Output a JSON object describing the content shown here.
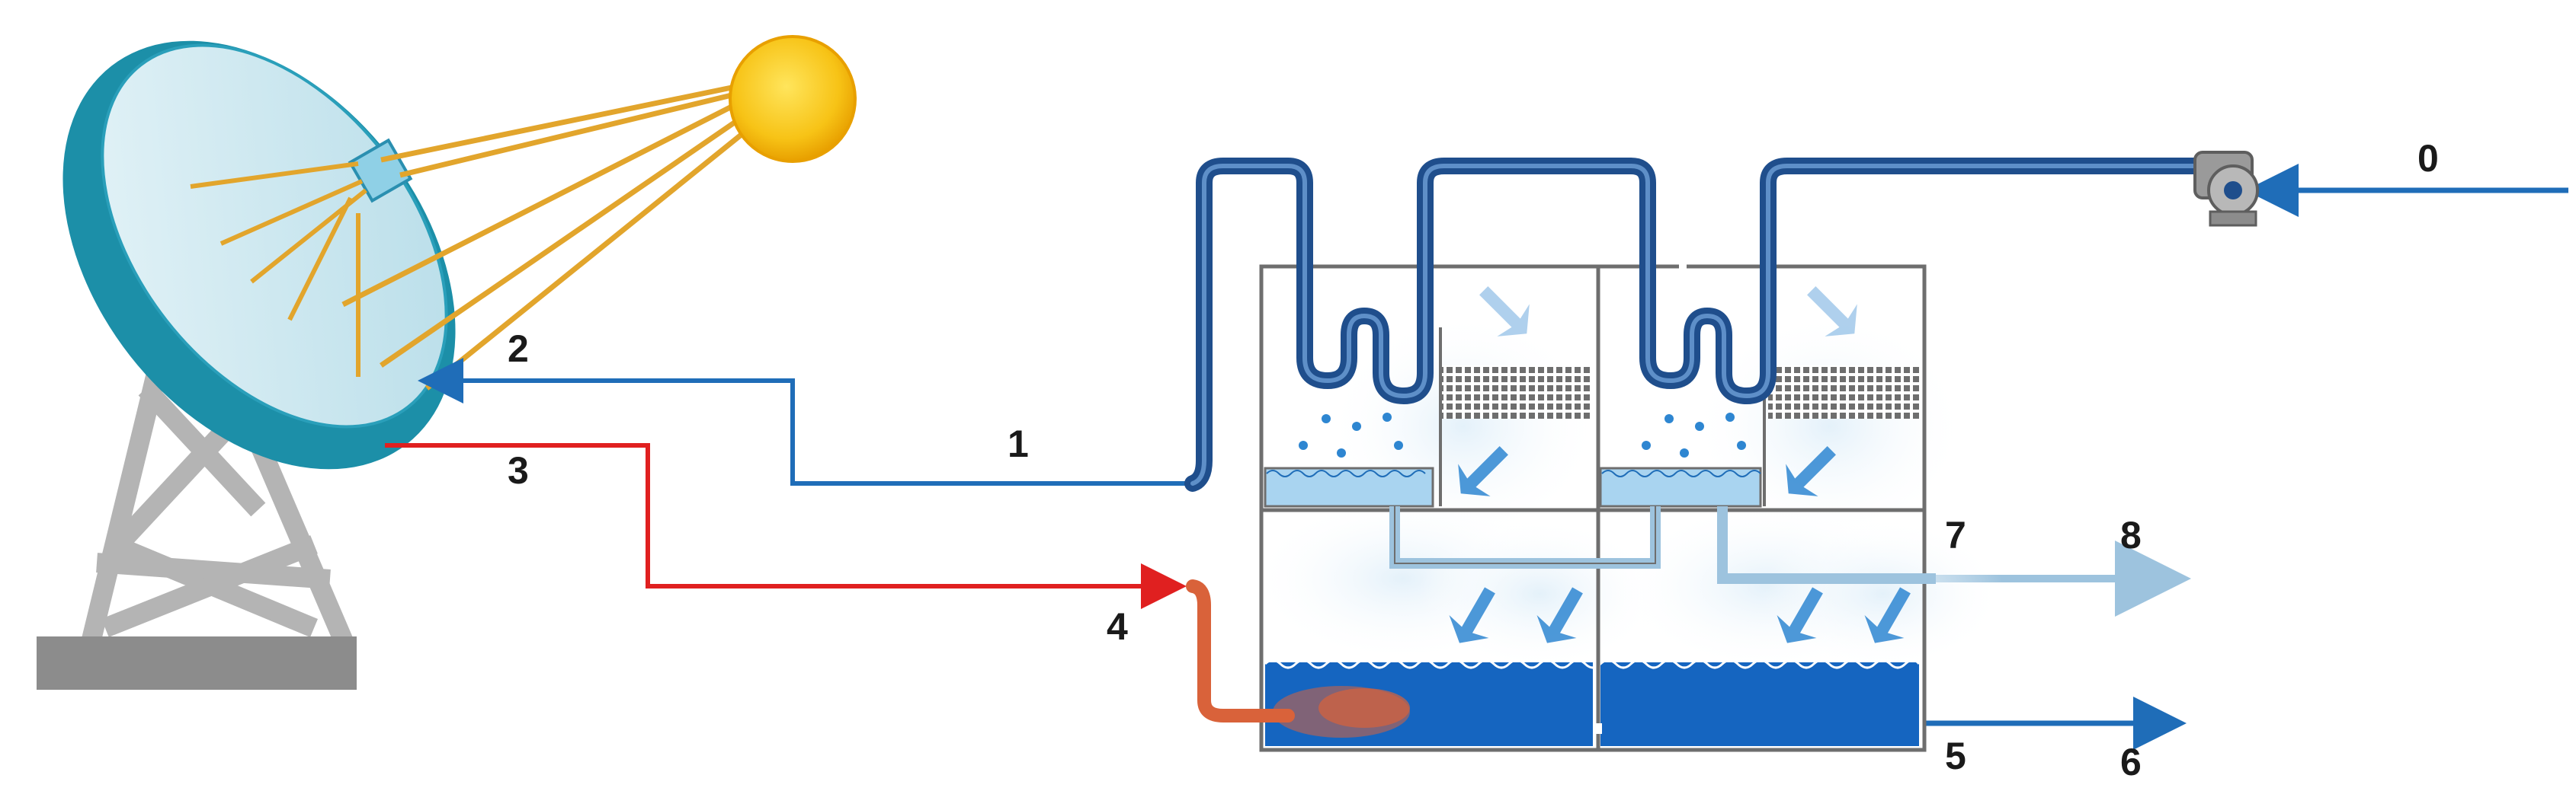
{
  "labels": {
    "s0": "0",
    "s1": "1",
    "s2": "2",
    "s3": "3",
    "s4": "4",
    "s5": "5",
    "s6": "6",
    "s7": "7",
    "s8": "8"
  },
  "colors": {
    "sun": "#F7C316",
    "sun_edge": "#E8A000",
    "rays": "#E2A52C",
    "dish_outer": "#1C8FA8",
    "dish_inner": "#C9E7EF",
    "tower": "#B4B4B4",
    "tower_base": "#8C8C8C",
    "pipe_dark": "#1F4E8C",
    "pipe_light": "#9DC3DE",
    "stream_blue": "#1F6DB8",
    "stream_hot": "#E02020",
    "brine": "#1565C0",
    "heater": "#D9623A",
    "vapor": "#D8ECF8",
    "vapor_arrow": "#2E86D1",
    "tank_wall": "#6E6E6E",
    "distillate_tray": "#A9D4F0"
  },
  "icons": [
    "sun-icon",
    "solar-dish-icon",
    "pump-icon",
    "demister-icon"
  ]
}
